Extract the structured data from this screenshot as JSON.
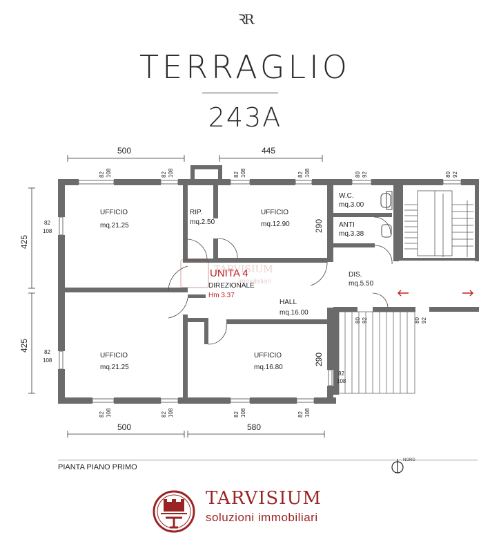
{
  "header": {
    "monogram": "ꝚR",
    "brand": "TERRAGLIO",
    "address": "243A"
  },
  "plan": {
    "rooms": [
      {
        "id": "ufficio-tl",
        "name": "UFFICIO",
        "area": "mq.21.25"
      },
      {
        "id": "ripostiglio",
        "name": "RIP.",
        "area": "mq.2.50"
      },
      {
        "id": "ufficio-tr",
        "name": "UFFICIO",
        "area": "mq.12.90"
      },
      {
        "id": "hall",
        "name": "HALL",
        "area": "mq.16.00"
      },
      {
        "id": "ufficio-bl",
        "name": "UFFICIO",
        "area": "mq.21.25"
      },
      {
        "id": "ufficio-br",
        "name": "UFFICIO",
        "area": "mq.16.80"
      },
      {
        "id": "wc",
        "name": "W.C.",
        "area": "mq.3.00"
      },
      {
        "id": "anti",
        "name": "ANTI",
        "area": "mq.3.38"
      },
      {
        "id": "dis",
        "name": "DIS.",
        "area": "mq.5.50"
      }
    ],
    "unit": {
      "title": "UNITA 4",
      "use": "DIREZIONALE",
      "height": "Hm 3.37"
    },
    "dimensions": {
      "top_left": "500",
      "top_right": "445",
      "bottom_left": "500",
      "bottom_right": "580",
      "left_upper": "425",
      "left_lower": "425",
      "right_upper": "290",
      "right_lower": "290"
    },
    "opening_labels": {
      "sill": "82",
      "head": "108",
      "door_w": "80",
      "door_h": "92"
    },
    "watermark": {
      "name": "TARVISIUM",
      "tagline": "immobiliari"
    }
  },
  "caption": {
    "floor": "PIANTA PIANO PRIMO",
    "north": "NORD"
  },
  "footer": {
    "company": "TARVISIUM",
    "tagline": "soluzioni immobiliari"
  },
  "colors": {
    "wall": "#6b6b6b",
    "accent": "#9a2424",
    "unit_text": "#c02020"
  }
}
